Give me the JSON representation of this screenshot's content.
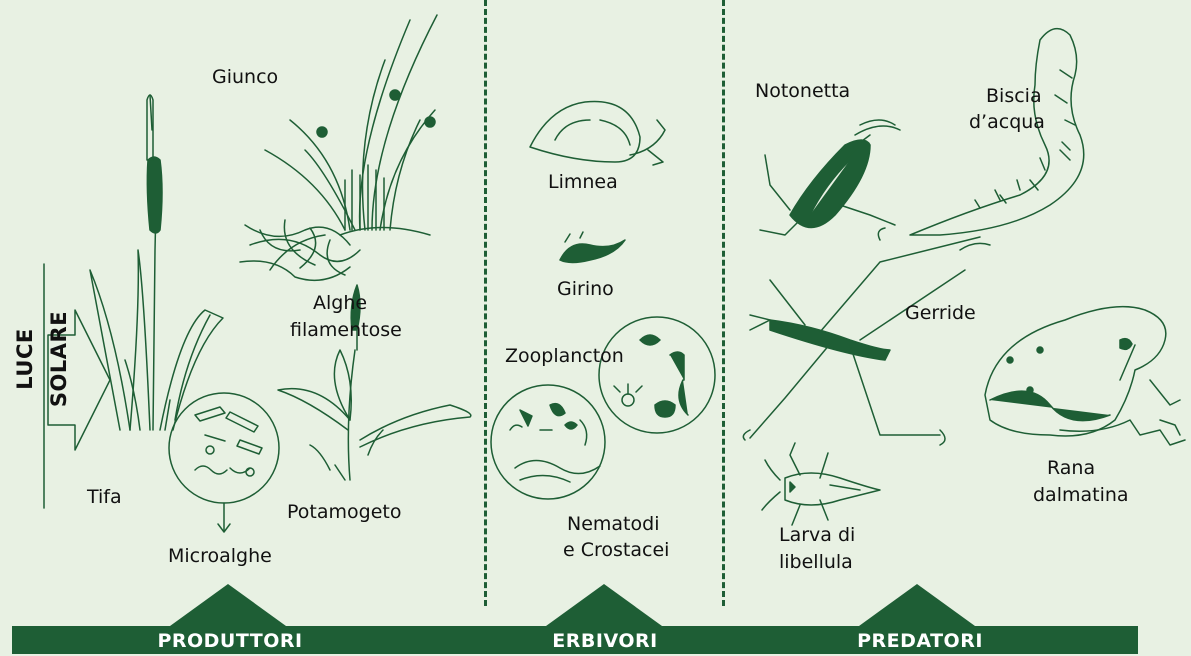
{
  "sun": {
    "label": "LUCE SOLARE"
  },
  "categories": {
    "producers": "PRODUTTORI",
    "herbivores": "ERBIVORI",
    "predators": "PREDATORI"
  },
  "organisms": {
    "tifa": "Tifa",
    "giunco": "Giunco",
    "alghe_line1": "Alghe",
    "alghe_line2": "filamentose",
    "microalghe": "Microalghe",
    "potamogeto": "Potamogeto",
    "limnea": "Limnea",
    "girino": "Girino",
    "zooplancton": "Zooplancton",
    "nematodi_line1": "Nematodi",
    "nematodi_line2": "e Crostacei",
    "notonetta": "Notonetta",
    "biscia_line1": "Biscia",
    "biscia_line2": "d’acqua",
    "gerride": "Gerride",
    "larva_line1": "Larva di",
    "larva_line2": "libellula",
    "rana_line1": "Rana",
    "rana_line2": "dalmatina"
  },
  "colors": {
    "background": "#e8f1e3",
    "accent": "#1e5e35",
    "category_text": "#ffffff"
  }
}
